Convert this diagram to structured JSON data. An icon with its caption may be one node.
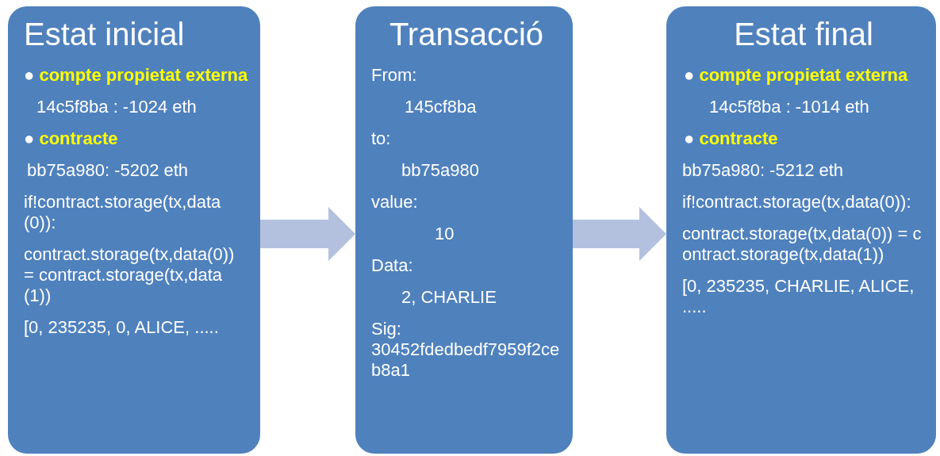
{
  "diagram": {
    "nodes": [
      {
        "text": [
          "Estat inicial",
          "● **compte propietat externa**",
          "14c5f8ba : -1024 eth",
          "● **contracte**",
          "bb75a980: -5202 eth",
          "if!contract.storage(tx,data(0)):",
          "contract.storage(tx,data(0)) = contract.storage(tx,data(1))",
          "[0, 235235, 0, ALICE, ....."
        ]
      },
      {
        "text": [
          "Transacció",
          "From:",
          "145cf8ba",
          "to:",
          "bb75a980",
          "value:",
          "10",
          "Data:",
          "2, CHARLIE",
          "Sig:",
          "30452fdedbedf7959f2ceb8a1"
        ]
      },
      {
        "text": [
          "Estat final",
          "● **compte propietat externa**",
          "14c5f8ba : -1014 eth",
          "● **contracte**",
          "bb75a980: -5212 eth",
          "if!contract.storage(tx,data(0)):",
          "contract.storage(tx,data(0)) = contract.storage(tx,data(1))",
          "[0, 235235, CHARLIE, ALICE, ....."
        ]
      }
    ],
    "edges": [
      {
        "from": 0,
        "to": 1,
        "arrow": "to"
      },
      {
        "from": 1,
        "to": 2,
        "arrow": "to"
      }
    ]
  }
}
